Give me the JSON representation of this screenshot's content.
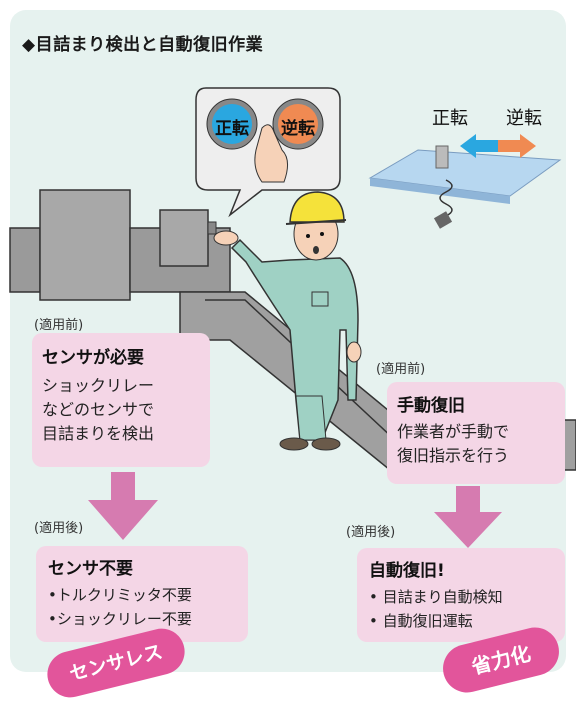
{
  "title": "◆目詰まり検出と自動復旧作業",
  "buttons": {
    "forward": "正転",
    "reverse": "逆転"
  },
  "direction": {
    "forward": "正転",
    "reverse": "逆転"
  },
  "left": {
    "before_note": "(適用前)",
    "before_head": "センサが必要",
    "before_lines": [
      "ショックリレー",
      "などのセンサで",
      "目詰まりを検出"
    ],
    "after_note": "(適用後)",
    "after_head": "センサ不要",
    "after_items": [
      "•トルクリミッタ不要",
      "•ショックリレー不要"
    ],
    "stamp": "センサレス"
  },
  "right": {
    "before_note": "(適用前)",
    "before_head": "手動復旧",
    "before_lines": [
      "作業者が手動で",
      "復旧指示を行う"
    ],
    "after_note": "(適用後)",
    "after_head": "自動復旧!",
    "after_items": [
      "• 目詰まり自動検知",
      "• 自動復旧運転"
    ],
    "stamp": "省力化"
  },
  "colors": {
    "panel": "#e6f2ef",
    "box": "#f4d6e6",
    "arrow": "#d67bb0",
    "stamp": "#e2559b",
    "blue_button": "#2aa7e0",
    "orange_button": "#f08a52",
    "helmet": "#f5e23a",
    "uniform": "#9fd1c4"
  }
}
